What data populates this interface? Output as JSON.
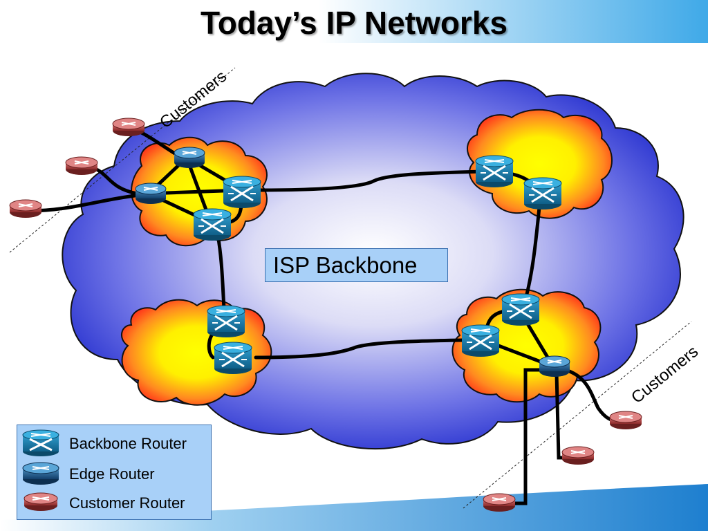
{
  "title": "Today’s IP Networks",
  "backbone_label": "ISP Backbone",
  "customers_labels": [
    "Customers",
    "Customers"
  ],
  "legend": {
    "items": [
      {
        "label": "Backbone Router",
        "icon": "backbone-router-icon"
      },
      {
        "label": "Edge Router",
        "icon": "edge-router-icon"
      },
      {
        "label": "Customer Router",
        "icon": "customer-router-icon"
      }
    ]
  },
  "colors": {
    "cloud_outer": "#2f3fd6",
    "cloud_center": "#ffffff",
    "pop_outer": "#ff3a1a",
    "pop_center": "#ffff00",
    "backbone_router": "#1a6f9a",
    "edge_router": "#1d5f8c",
    "customer_router": "#b04040",
    "banner_blue": "#2a8fd8",
    "legend_bg": "#a8d0f8"
  }
}
